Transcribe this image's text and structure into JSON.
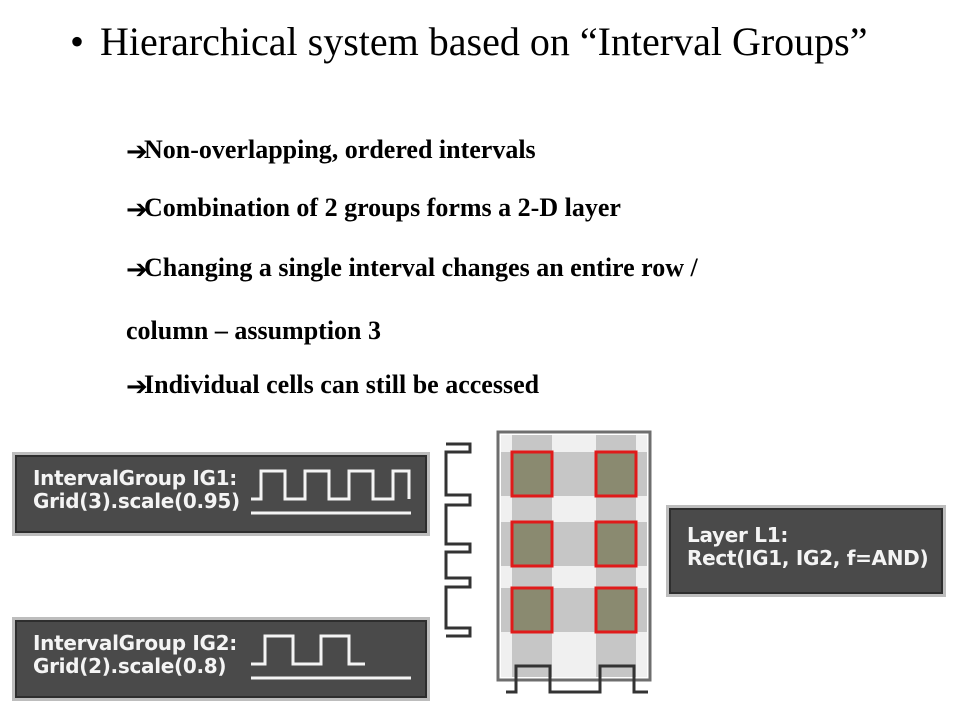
{
  "slide": {
    "title": "Hierarchical system based on “Interval Groups”",
    "bullets": [
      {
        "text": "Non-overlapping, ordered intervals"
      },
      {
        "text": "Combination of 2 groups forms a 2-D layer"
      },
      {
        "text": "Changing a single interval changes an entire row /"
      },
      {
        "text": "column – assumption 3",
        "continuation": true
      },
      {
        "text": "Individual cells can still be accessed"
      }
    ],
    "arrow_glyph": "➔"
  },
  "diagram": {
    "ig1": {
      "line1": "IntervalGroup IG1:",
      "line2": "Grid(3).scale(0.95)"
    },
    "ig2": {
      "line1": "IntervalGroup IG2:",
      "line2": "Grid(2).scale(0.8)"
    },
    "layer": {
      "line1": "Layer L1:",
      "line2": "Rect(IG1, IG2, f=AND)"
    }
  }
}
